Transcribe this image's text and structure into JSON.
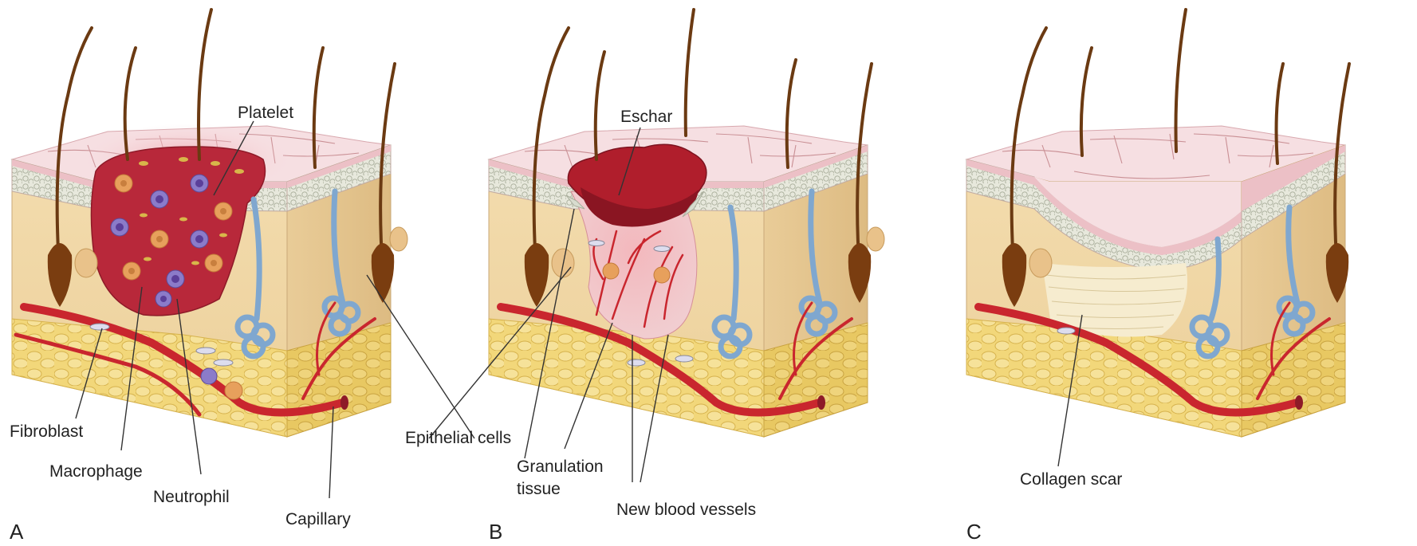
{
  "panels": [
    {
      "letter": "A",
      "labels": {
        "platelet": "Platelet",
        "fibroblast": "Fibroblast",
        "macrophage": "Macrophage",
        "neutrophil": "Neutrophil",
        "capillary": "Capillary"
      }
    },
    {
      "letter": "B",
      "labels": {
        "eschar": "Eschar",
        "epithelial_cells": "Epithelial cells",
        "granulation_line1": "Granulation",
        "granulation_line2": "tissue",
        "new_blood_vessels": "New blood vessels"
      }
    },
    {
      "letter": "C",
      "labels": {
        "collagen_scar": "Collagen scar"
      }
    }
  ],
  "colors": {
    "epidermis_top": "#f6dfe2",
    "epidermis_side": "#ecc0c6",
    "dermis": "#f2d9a8",
    "fat": "#f2d77a",
    "blood": "#c9262e",
    "clot": "#b8283a",
    "gland": "#7fa7cf",
    "hair": "#6b3a12"
  }
}
